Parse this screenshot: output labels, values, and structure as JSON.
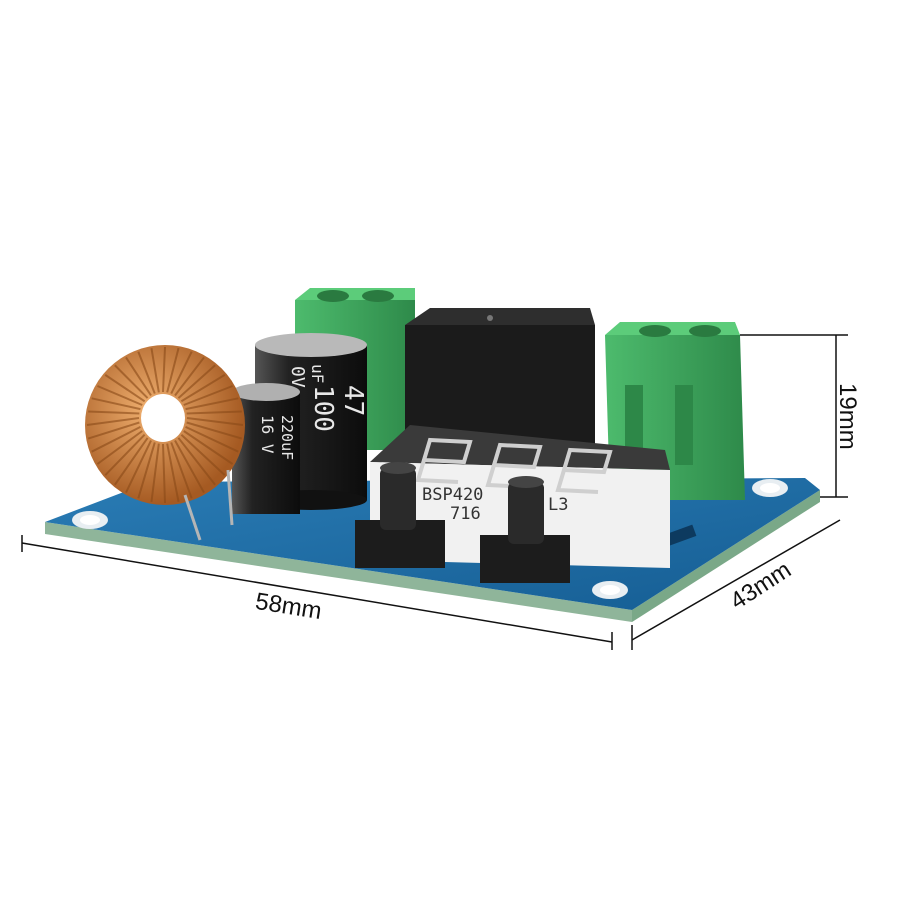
{
  "dimensions": {
    "length_label": "58mm",
    "width_label": "43mm",
    "height_label": "19mm"
  },
  "component_markings": {
    "capacitor_large_value": "47",
    "capacitor_large_voltage": "100",
    "capacitor_large_unit": "uF",
    "capacitor_large_v": "0V",
    "capacitor_small_value": "220uF",
    "capacitor_small_voltage": "16 V",
    "display_part": "BSP420",
    "display_code": "716",
    "display_suffix": "L3"
  },
  "colors": {
    "pcb": "#1f6fa8",
    "terminal": "#3ea85f",
    "copper": "#c47a3a",
    "relay": "#1b1b1b",
    "display_body": "#f1f1f1"
  }
}
